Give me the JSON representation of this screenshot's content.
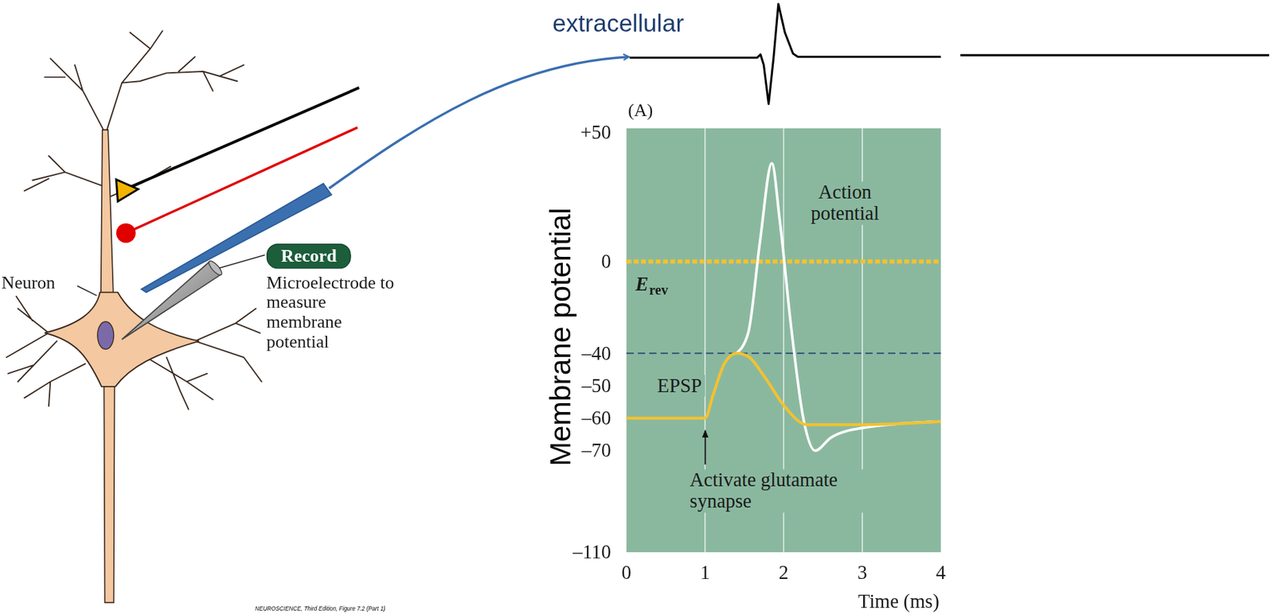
{
  "diagram": {
    "nodes": [
      {
        "text": [
          "Record"
        ]
      }
    ],
    "labels": [
      "extracellular",
      "Neuron",
      "Microelectrode to measure membrane potential",
      "(A)",
      "+50",
      "0",
      "–40",
      "–50",
      "–60",
      "–70",
      "–110",
      "Membrane potential",
      "Action potential",
      "E",
      "rev",
      "EPSP",
      "Activate glutamate synapse",
      "0",
      "1",
      "2",
      "3",
      "4",
      "Time (ms)",
      "NEUROSCIENCE, Third Edition, Figure 7.2 (Part 1)"
    ]
  }
}
